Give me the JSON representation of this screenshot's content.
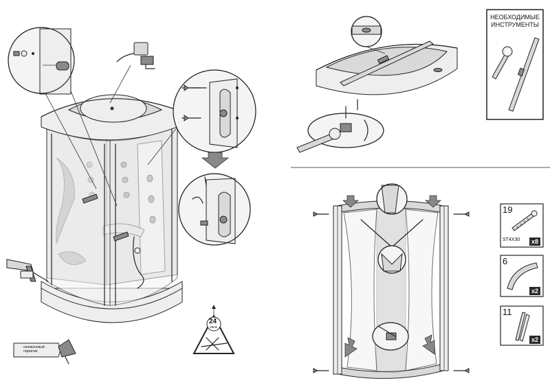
{
  "tools": {
    "title_line1": "НЕОБХОДИМЫЕ",
    "title_line2": "ИНСТРУМЕНТЫ"
  },
  "sealant": {
    "line1": "силиконовый",
    "line2": "герметик"
  },
  "cure": {
    "hours": "24",
    "unit": "часа"
  },
  "parts": [
    {
      "number": "19",
      "spec": "ST4X30",
      "qty": "x8",
      "icon": "screw-icon"
    },
    {
      "number": "6",
      "spec": "",
      "qty": "x2",
      "icon": "arc-profile-icon"
    },
    {
      "number": "11",
      "spec": "",
      "qty": "x2",
      "icon": "seal-strip-icon"
    }
  ]
}
